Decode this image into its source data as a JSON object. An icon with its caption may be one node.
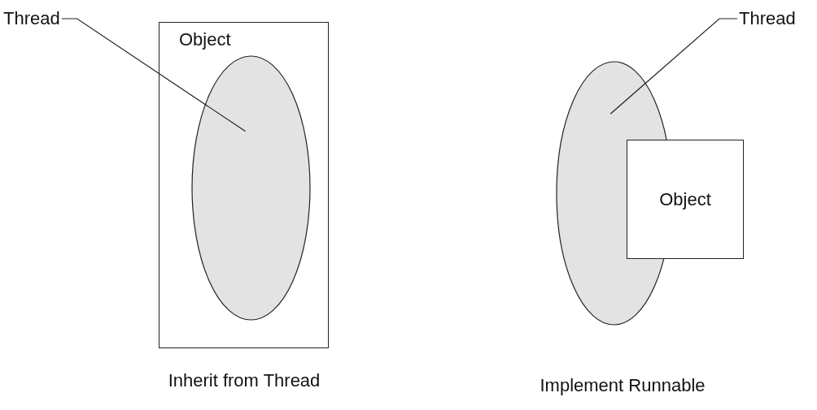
{
  "diagram": {
    "nodes": [
      {
        "text": [
          "Thread"
        ]
      },
      {
        "text": [
          "Object"
        ]
      },
      {
        "text": [],
        "shape": "ellipse",
        "in": 1
      },
      {
        "text": [
          "Thread"
        ]
      },
      {
        "text": [],
        "shape": "ellipse"
      },
      {
        "text": [
          "Object"
        ]
      }
    ],
    "edges": [
      {
        "from": 0,
        "to": 2,
        "arrow": "none"
      },
      {
        "from": 3,
        "to": 4,
        "arrow": "none"
      }
    ],
    "labels": [
      "Inherit from Thread",
      "Implement Runnable"
    ]
  }
}
